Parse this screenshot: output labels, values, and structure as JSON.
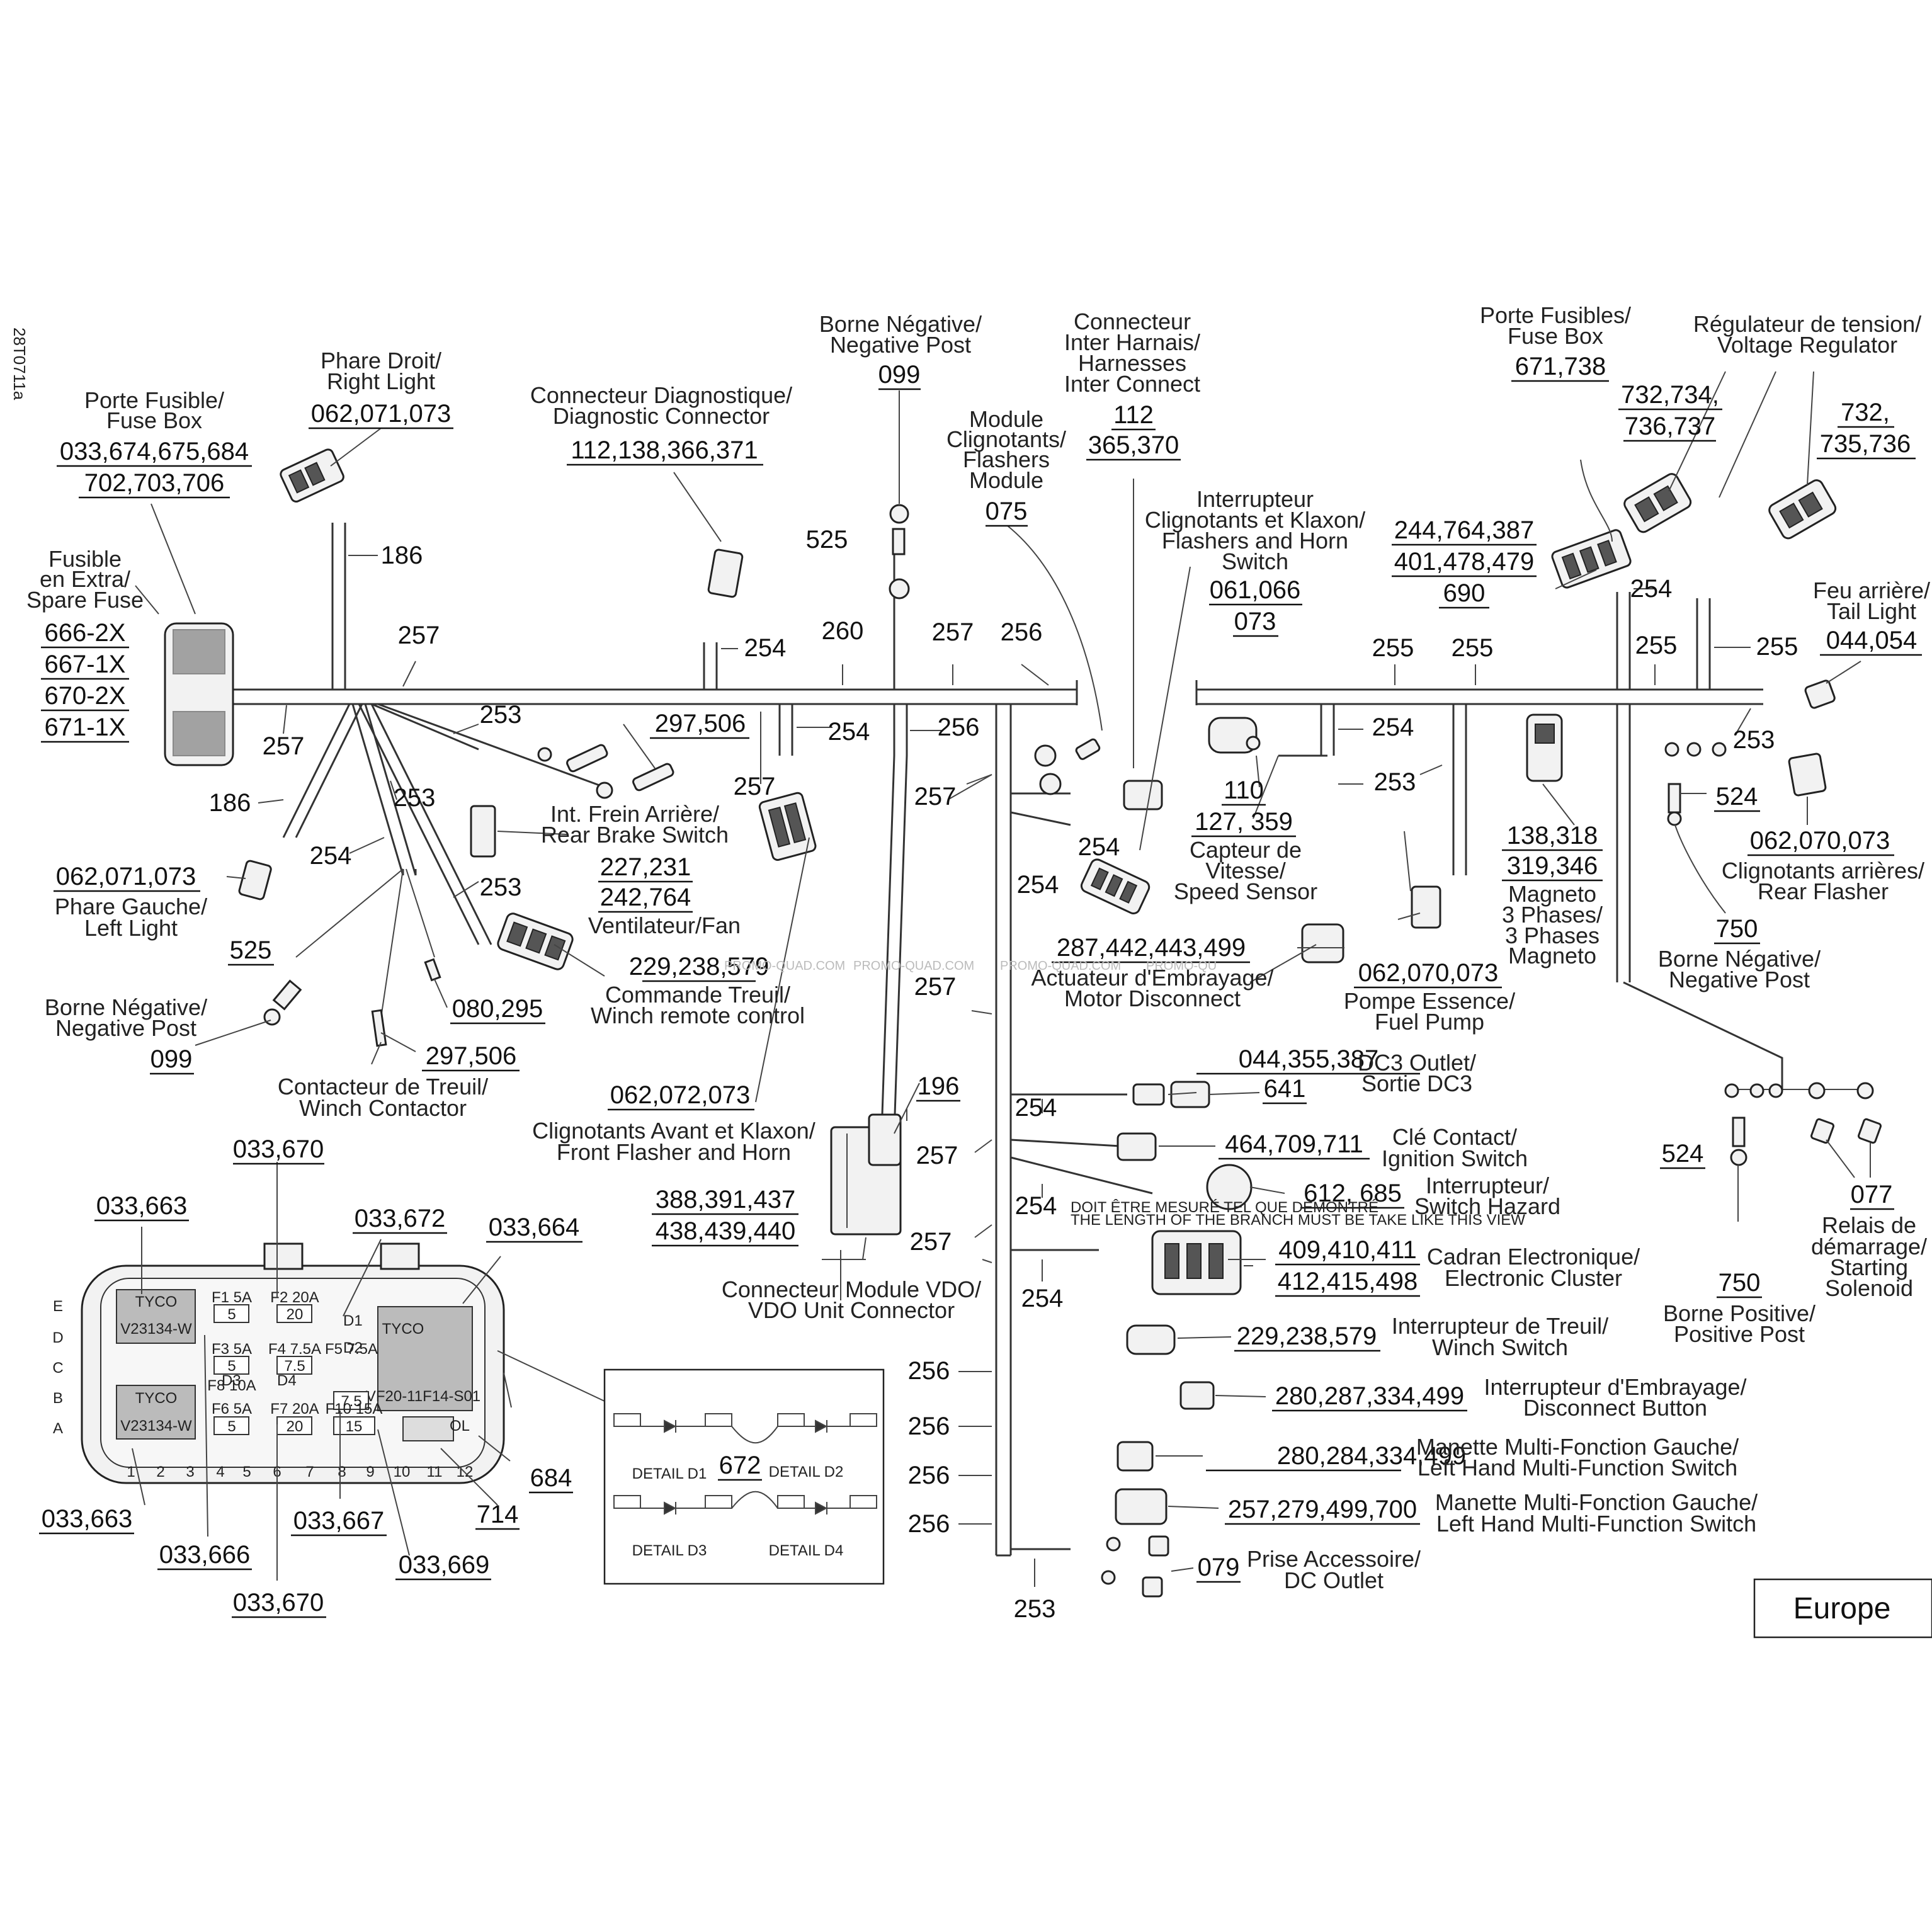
{
  "page": {
    "drawing_id": "28T0711a",
    "region": "Europe",
    "watermarks": [
      "PROMO-QUAD.COM",
      "PROMO-QUAD.COM",
      "PROMO-QUAD.COM",
      "PROMO-QU"
    ]
  },
  "components": {
    "fuse_box_left": {
      "fr": "Porte Fusible/",
      "en": "Fuse Box",
      "l1": "033,674,675,684",
      "l2": "702,703,706"
    },
    "spare_fuse": {
      "t1": "Fusible",
      "t2": "en Extra/",
      "t3": "Spare Fuse",
      "n1": "666-2X",
      "n2": "667-1X",
      "n3": "670-2X",
      "n4": "671-1X"
    },
    "right_light": {
      "fr": "Phare Droit/",
      "en": "Right Light",
      "num": "062,071,073"
    },
    "diag_conn": {
      "fr": "Connecteur Diagnostique/",
      "en": "Diagnostic Connector",
      "num": "112,138,366,371"
    },
    "neg_post_top": {
      "fr": "Borne Négative/",
      "en": "Negative Post",
      "num": "099"
    },
    "flasher_module": {
      "t1": "Module",
      "t2": "Clignotants/",
      "t3": "Flashers",
      "t4": "Module",
      "num": "075"
    },
    "inter_connect": {
      "t1": "Connecteur",
      "t2": "Inter Harnais/",
      "t3": "Harnesses",
      "t4": "Inter Connect",
      "n1": "112",
      "n2": "365,370"
    },
    "flasher_horn_switch": {
      "t1": "Interrupteur",
      "t2": "Clignotants et Klaxon/",
      "t3": "Flashers and Horn",
      "t4": "Switch",
      "n1": "061,066",
      "n2": "073"
    },
    "fuse_box_right": {
      "fr": "Porte Fusibles/",
      "en": "Fuse Box",
      "num": "671,738"
    },
    "voltage_regulator": {
      "fr": "Régulateur de tension/",
      "en": "Voltage Regulator",
      "n1": "732,734,",
      "n2": "736,737",
      "n3": "732,",
      "n4": "735,736"
    },
    "fuse_box_right_nums": {
      "n1": "244,764,387",
      "n2": "401,478,479",
      "n3": "690"
    },
    "tail_light": {
      "fr": "Feu arrière/",
      "en": "Tail Light",
      "num": "044,054"
    },
    "left_light": {
      "num": "062,071,073",
      "fr": "Phare Gauche/",
      "en": "Left Light"
    },
    "neg_post_left": {
      "num525": "525",
      "fr": "Borne Négative/",
      "en": "Negative Post",
      "num": "099"
    },
    "rear_brake": {
      "num": "297,506",
      "fr": "Int. Frein Arrière/",
      "en": "Rear Brake Switch"
    },
    "fan": {
      "n1": "227,231",
      "n2": "242,764",
      "label": "Ventilateur/Fan"
    },
    "winch_remote": {
      "num": "229,238,579",
      "fr": "Commande Treuil/",
      "en": "Winch remote control"
    },
    "winch_contactor": {
      "n080": "080,295",
      "num": "297,506",
      "fr": "Contacteur de Treuil/",
      "en": "Winch Contactor"
    },
    "front_flasher": {
      "num": "062,072,073",
      "fr": "Clignotants Avant et Klaxon/",
      "en": "Front Flasher and Horn"
    },
    "vdo": {
      "n196": "196",
      "n1": "388,391,437",
      "n2": "438,439,440",
      "fr": "Connecteur Module VDO/",
      "en": "VDO Unit Connector"
    },
    "speed_sensor": {
      "n1": "110",
      "n2": "127, 359",
      "t1": "Capteur de",
      "t2": "Vitesse/",
      "t3": "Speed Sensor"
    },
    "magneto": {
      "n1": "138,318",
      "n2": "319,346",
      "t1": "Magneto",
      "t2": "3 Phases/",
      "t3": "3 Phases",
      "t4": "Magneto"
    },
    "motor_disconnect": {
      "num": "287,442,443,499",
      "fr": "Actuateur d'Embrayage/",
      "en": "Motor Disconnect"
    },
    "fuel_pump": {
      "num": "062,070,073",
      "fr": "Pompe Essence/",
      "en": "Fuel Pump"
    },
    "rear_flasher": {
      "n524": "524",
      "num": "062,070,073",
      "fr": "Clignotants arrières/",
      "en": "Rear Flasher"
    },
    "neg_post_right": {
      "num": "750",
      "fr": "Borne Négative/",
      "en": "Negative Post"
    },
    "dc3": {
      "n1": "044,355,387",
      "n2": "641",
      "fr": "DC3 Outlet/",
      "en": "Sortie DC3"
    },
    "ignition": {
      "num": "464,709,711",
      "fr": "Clé Contact/",
      "en": "Ignition Switch"
    },
    "switch_hazard": {
      "num": "612, 685",
      "fr": "Interrupteur/",
      "en": "Switch Hazard"
    },
    "cluster": {
      "n1": "409,410,411",
      "n2": "412,415,498",
      "fr": "Cadran Electronique/",
      "en": "Electronic Cluster",
      "warn1": "DOIT ÊTRE MESURÉ TEL QUE DÉMONTRÉ",
      "warn2": "THE LENGTH OF THE BRANCH MUST BE TAKE LIKE THIS VIEW"
    },
    "winch_switch": {
      "num": "229,238,579",
      "fr": "Interrupteur de Treuil/",
      "en": "Winch Switch"
    },
    "disconnect_button": {
      "num": "280,287,334,499",
      "fr": "Interrupteur d'Embrayage/",
      "en": "Disconnect Button"
    },
    "mfs1": {
      "num": "280,284,334,499",
      "fr": "Manette Multi-Fonction Gauche/",
      "en": "Left Hand Multi-Function Switch"
    },
    "mfs2": {
      "num": "257,279,499,700",
      "fr": "Manette Multi-Fonction Gauche/",
      "en": "Left Hand Multi-Function Switch"
    },
    "dc_outlet": {
      "num": "079",
      "fr": "Prise Accessoire/",
      "en": "DC Outlet"
    },
    "starter": {
      "n524": "524",
      "num": "077",
      "t1": "Relais de",
      "t2": "démarrage/",
      "t3": "Starting",
      "t4": "Solenoid"
    },
    "pos_post": {
      "num": "750",
      "fr": "Borne Positive/",
      "en": "Positive Post"
    }
  },
  "harness_numbers": {
    "h186a": "186",
    "h257a": "257",
    "h257b": "257",
    "h253a": "253",
    "h186b": "186",
    "h253b": "253",
    "h254a": "254",
    "h253c": "253",
    "h254b": "254",
    "h260": "260",
    "h257c": "257",
    "h256a": "256",
    "h254c": "254",
    "h256b": "256",
    "h257d": "257",
    "h257e": "257",
    "h254d": "254",
    "h254e": "254",
    "h255a": "255",
    "h255b": "255",
    "h254f": "254",
    "h255c": "255",
    "h255d": "255",
    "h254g": "254",
    "h253d": "253",
    "h253e": "253",
    "h257f": "257",
    "h254h": "254",
    "h254i": "254",
    "h257g": "257",
    "h257h": "257",
    "h254j": "254",
    "h256c": "256",
    "h256d": "256",
    "h256e": "256",
    "h256f": "256",
    "h253f": "253",
    "h525": "525"
  },
  "fuse_detail": {
    "c033_670_top": "033,670",
    "c033_663_top": "033,663",
    "c033_672": "033,672",
    "c033_664": "033,664",
    "c033_663_bot": "033,663",
    "c033_666": "033,666",
    "c033_670_bot": "033,670",
    "c033_667": "033,667",
    "c033_669": "033,669",
    "c684": "684",
    "c714": "714",
    "rows": [
      "E",
      "D",
      "C",
      "B",
      "A"
    ],
    "cols": [
      "1",
      "2",
      "3",
      "4",
      "5",
      "6",
      "7",
      "8",
      "9",
      "10",
      "11",
      "12"
    ],
    "brand": "TYCO",
    "relay1": "V23134-W",
    "relay2": "V23134-W",
    "f1": "F1 5A",
    "f2": "F2 20A",
    "f3": "F3 5A",
    "f4": "F4 7.5A",
    "f5": "F5 7.5A",
    "f6": "F6 5A",
    "f7": "F7 20A",
    "f8": "F8 10A",
    "f10": "F10 15A",
    "v5": "5",
    "v20": "20",
    "v75": "7.5",
    "v15": "15",
    "d1": "D1",
    "d2": "D2",
    "d3": "D3",
    "d4": "D4",
    "part": "VF20-11F14-S01",
    "ol": "OL"
  },
  "diode_detail": {
    "num": "672",
    "d1": "DETAIL D1",
    "d2": "DETAIL D2",
    "d3": "DETAIL D3",
    "d4": "DETAIL D4"
  }
}
